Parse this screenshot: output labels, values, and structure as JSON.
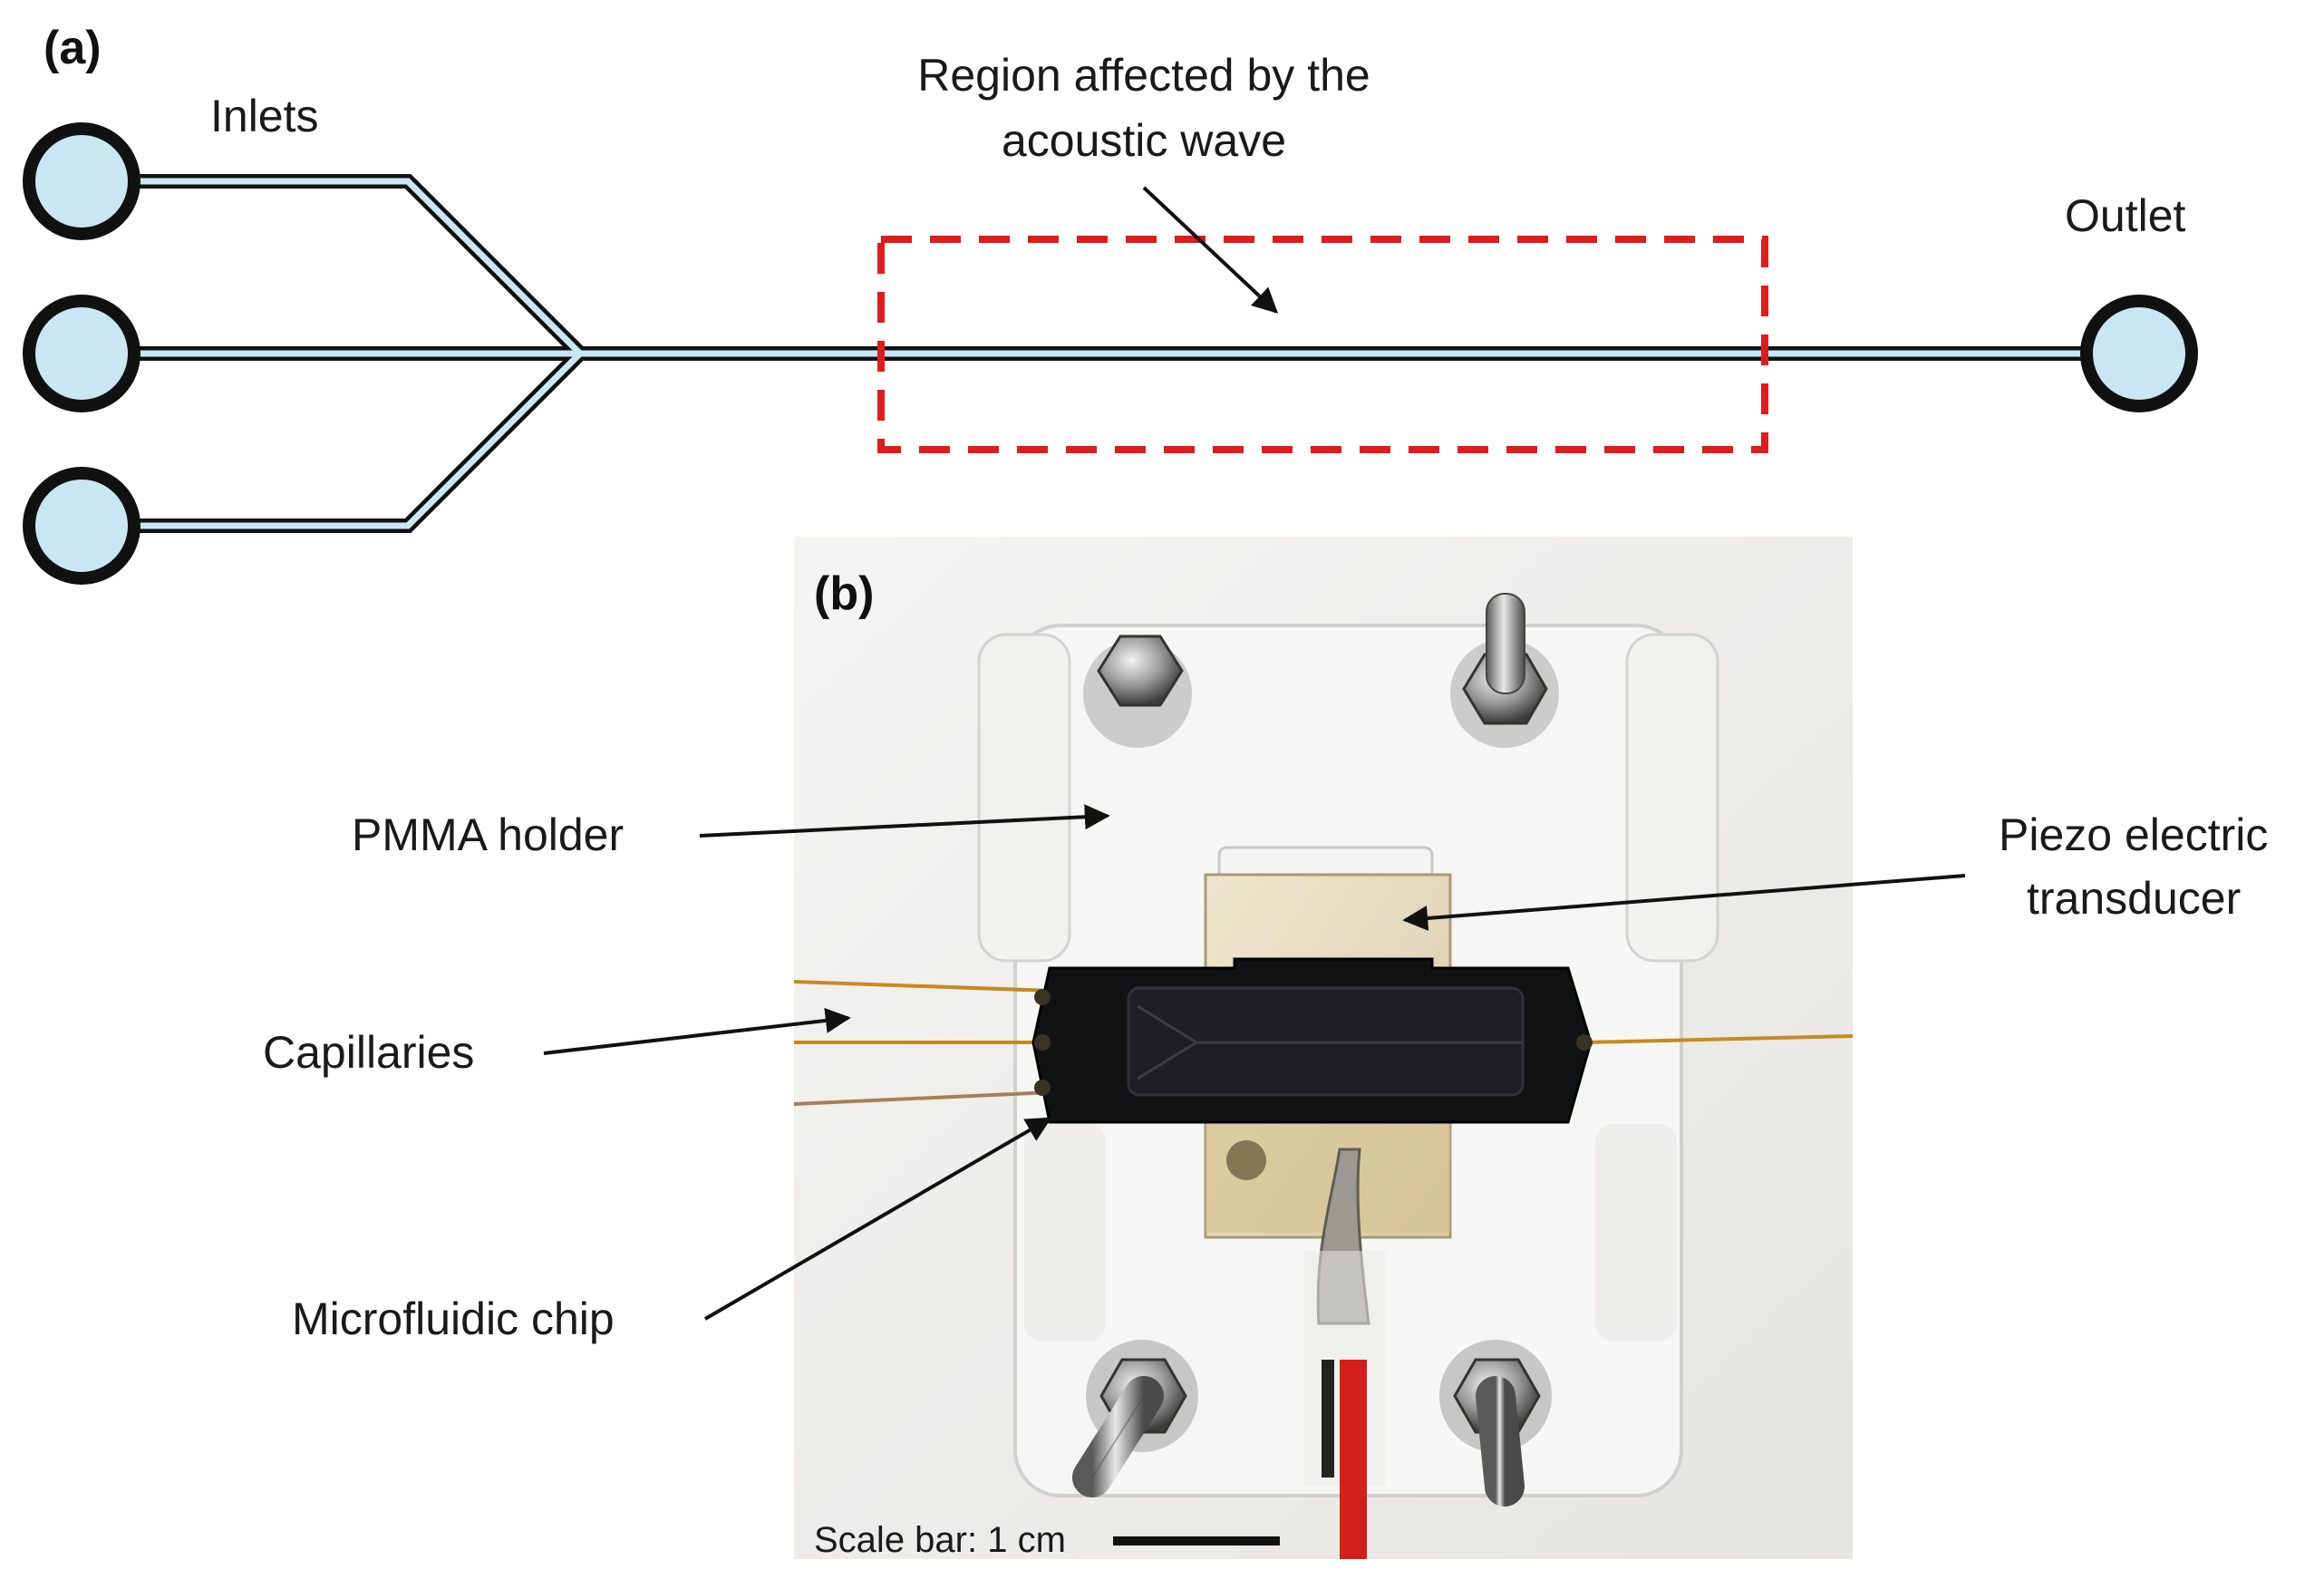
{
  "panel_a": {
    "letter": "(a)",
    "inlets_label": "Inlets",
    "outlet_label": "Outlet",
    "region_label_line1": "Region affected by the",
    "region_label_line2": "acoustic wave",
    "colors": {
      "channel_fill": "#c9e6f3",
      "outline": "#111111",
      "region_box": "#e01b1b"
    }
  },
  "panel_b": {
    "letter": "(b)",
    "pmma_label": "PMMA holder",
    "capillaries_label": "Capillaries",
    "microfluidic_label": "Microfluidic chip",
    "piezo_label_line1": "Piezo electric",
    "piezo_label_line2": "transducer",
    "scale_bar_label": "Scale bar: 1 cm"
  }
}
